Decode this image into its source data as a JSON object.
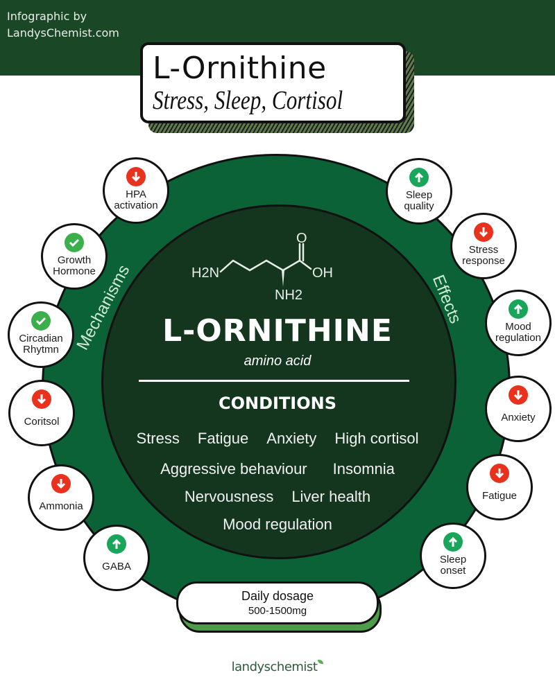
{
  "header": {
    "credit_line1": "Infographic by",
    "credit_line2": "LandysChemist.com",
    "title": "L-Ornithine",
    "subtitle": "Stress, Sleep, Cortisol"
  },
  "center": {
    "molecule": {
      "left_group": "H2N",
      "carbonyl": "O",
      "hydroxyl": "OH",
      "amine": "NH2"
    },
    "name": "L-ORNITHINE",
    "type": "amino acid",
    "conditions_title": "CONDITIONS",
    "conditions_rows": [
      [
        "Stress",
        "Fatigue",
        "Anxiety",
        "High cortisol"
      ],
      [
        "Aggressive behaviour",
        "Insomnia"
      ],
      [
        "Nervousness",
        "Liver health"
      ],
      [
        "Mood regulation"
      ]
    ]
  },
  "ring_labels": {
    "left": "Mechanisms",
    "right": "Effects"
  },
  "mechanisms": [
    {
      "line1": "HPA",
      "line2": "activation",
      "indicator": "down"
    },
    {
      "line1": "Growth",
      "line2": "Hormone",
      "indicator": "check"
    },
    {
      "line1": "Circadian",
      "line2": "Rhytmn",
      "indicator": "check"
    },
    {
      "line1": "Coritsol",
      "line2": "",
      "indicator": "down"
    },
    {
      "line1": "Ammonia",
      "line2": "",
      "indicator": "down"
    },
    {
      "line1": "GABA",
      "line2": "",
      "indicator": "up"
    }
  ],
  "effects": [
    {
      "line1": "Sleep",
      "line2": "quality",
      "indicator": "up"
    },
    {
      "line1": "Stress",
      "line2": "response",
      "indicator": "down"
    },
    {
      "line1": "Mood",
      "line2": "regulation",
      "indicator": "up"
    },
    {
      "line1": "Anxiety",
      "line2": "",
      "indicator": "down"
    },
    {
      "line1": "Fatigue",
      "line2": "",
      "indicator": "down"
    },
    {
      "line1": "Sleep",
      "line2": "onset",
      "indicator": "up"
    }
  ],
  "dosage": {
    "title": "Daily dosage",
    "value": "500-1500mg"
  },
  "footer": {
    "brand": "landyschemist"
  },
  "colors": {
    "header_green": "#1a4726",
    "ring_green": "#0b6236",
    "center_green": "#14351e",
    "down_red": "#e8321e",
    "up_green": "#19a65a",
    "check_green": "#3cae4b"
  }
}
